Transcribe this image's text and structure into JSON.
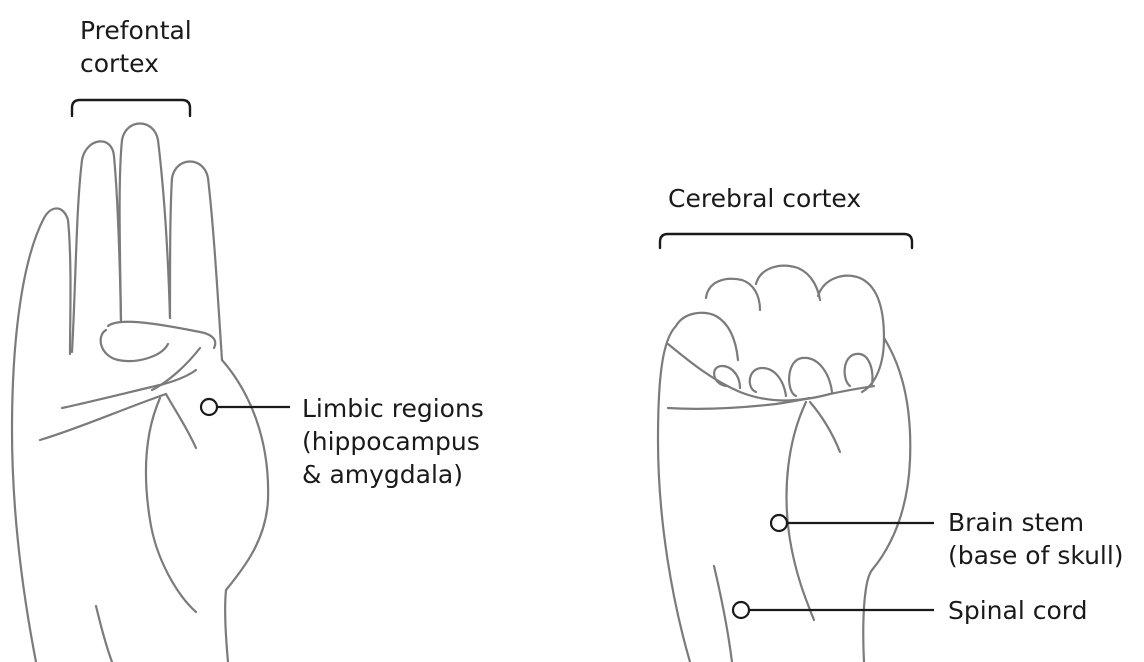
{
  "open_hand": {
    "label_prefrontal": {
      "line1": "Prefontal",
      "line2": "cortex"
    },
    "label_limbic": {
      "line1": "Limbic regions",
      "line2": "(hippocampus",
      "line3": "& amygdala)"
    }
  },
  "fist": {
    "label_cerebral": "Cerebral cortex",
    "label_brain_stem": {
      "line1": "Brain stem",
      "line2": "(base of skull)"
    },
    "label_spinal": "Spinal cord"
  },
  "colors": {
    "outline": "#7b7b7b",
    "text": "#1a1a1a"
  }
}
